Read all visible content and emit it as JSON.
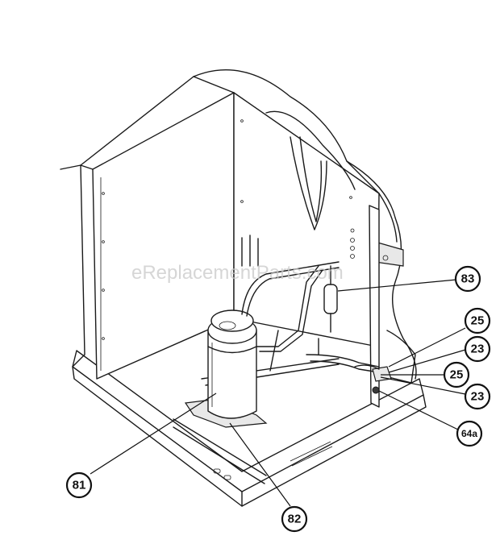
{
  "watermark": "eReplacementParts.com",
  "callouts": [
    {
      "id": "81"
    },
    {
      "id": "82"
    },
    {
      "id": "83"
    },
    {
      "id": "25"
    },
    {
      "id": "23"
    },
    {
      "id": "25"
    },
    {
      "id": "23"
    },
    {
      "id": "64a"
    }
  ]
}
